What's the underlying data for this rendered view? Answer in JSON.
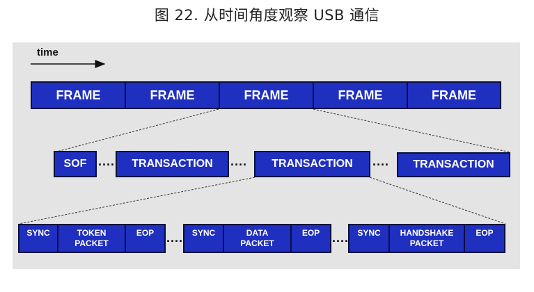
{
  "title": "图 22. 从时间角度观察 USB 通信",
  "time_label": "time",
  "frames": [
    "FRAME",
    "FRAME",
    "FRAME",
    "FRAME",
    "FRAME"
  ],
  "transactions_row": {
    "sof": "SOF",
    "transactions": [
      "TRANSACTION",
      "TRANSACTION",
      "TRANSACTION"
    ]
  },
  "packets": [
    {
      "sync": "SYNC",
      "mid": [
        "TOKEN",
        "PACKET"
      ],
      "eop": "EOP"
    },
    {
      "sync": "SYNC",
      "mid": [
        "DATA",
        "PACKET"
      ],
      "eop": "EOP"
    },
    {
      "sync": "SYNC",
      "mid": [
        "HANDSHAKE",
        "PACKET"
      ],
      "eop": "EOP"
    }
  ],
  "separator": "....",
  "colors": {
    "box_fill": "#1f2fc0",
    "box_border": "#0a0f3c",
    "panel": "#e4e4e4",
    "text": "#ffffff"
  }
}
